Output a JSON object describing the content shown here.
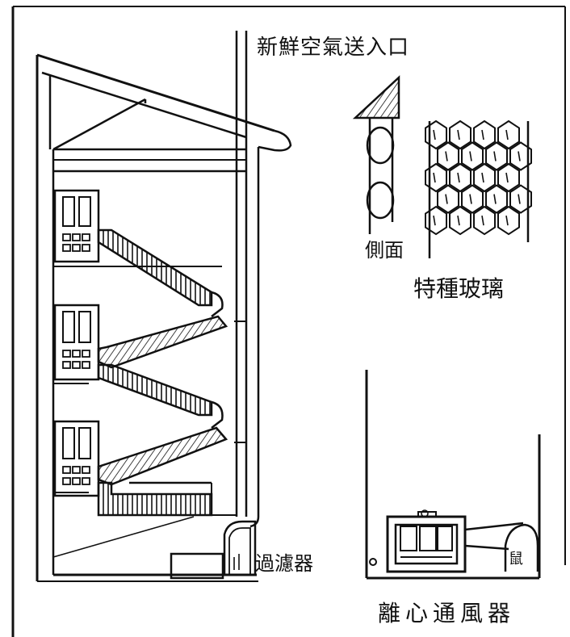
{
  "labels": {
    "fresh_air_inlet": "新鮮空氣送入口",
    "side_view": "側面",
    "special_glass": "特種玻璃",
    "filter": "過濾器",
    "centrifugal_fan": "離心通風器",
    "fan_housing_mark": "鼠"
  },
  "colors": {
    "ink": "#111111",
    "paper": "#ffffff"
  }
}
